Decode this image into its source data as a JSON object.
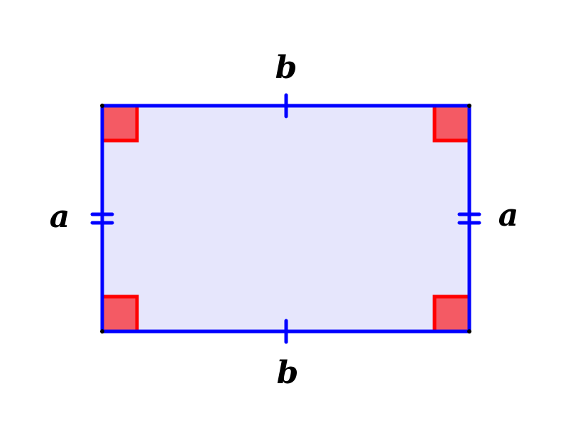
{
  "diagram": {
    "labels": {
      "top": "b",
      "bottom": "b",
      "left": "a",
      "right": "a"
    },
    "colors": {
      "fill": "#e6e6fc",
      "outline": "#0000ff",
      "right_angle_fill": "#f45a64",
      "right_angle_stroke": "#ff0000",
      "vertex": "#000000",
      "label": "#000000"
    }
  }
}
